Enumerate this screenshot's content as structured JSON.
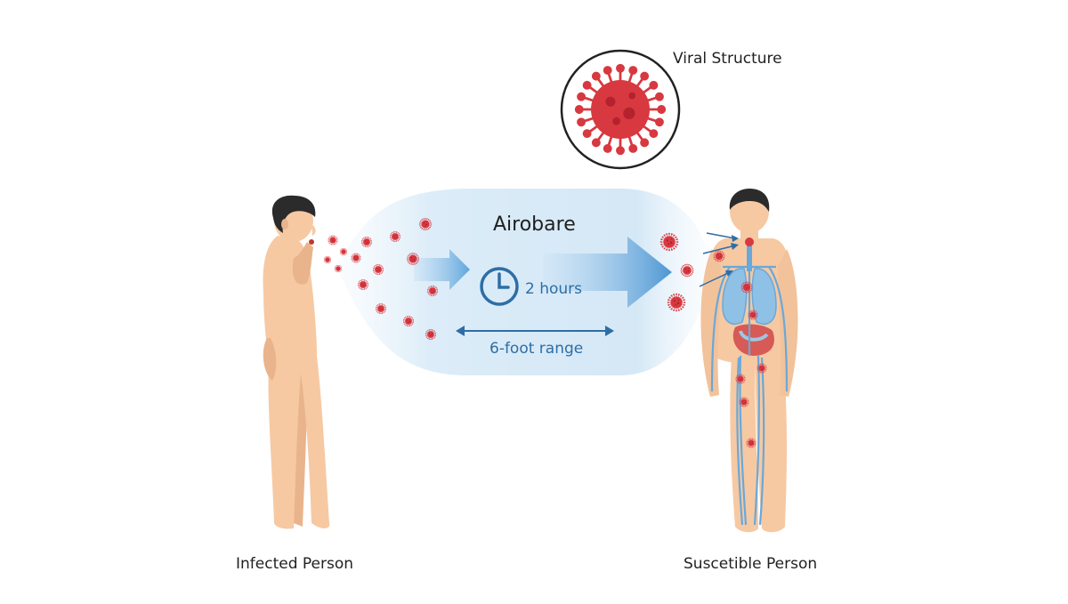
{
  "labels": {
    "viral_structure": "Viral Structure",
    "airborne": "Airobare",
    "duration": "2 hours",
    "range": "6-foot range",
    "infected_person": "Infected Person",
    "susceptible_person": "Suscetible Person"
  },
  "icons": {
    "clock": "clock-icon",
    "virus": "virus-icon",
    "double_arrow": "double-arrow-icon",
    "flow_arrow": "flow-arrow-icon"
  },
  "colors": {
    "skin": "#f6c9a3",
    "skin_shade": "#e9b48b",
    "hair": "#2b2b2b",
    "virus": "#d8383f",
    "virus_dark": "#a81d28",
    "cloud": "#dcecf8",
    "accent_blue": "#2d6ea6",
    "vessel_blue": "#6aa8d8",
    "lung_blue": "#8fc1e6",
    "stomach": "#d65a55"
  }
}
